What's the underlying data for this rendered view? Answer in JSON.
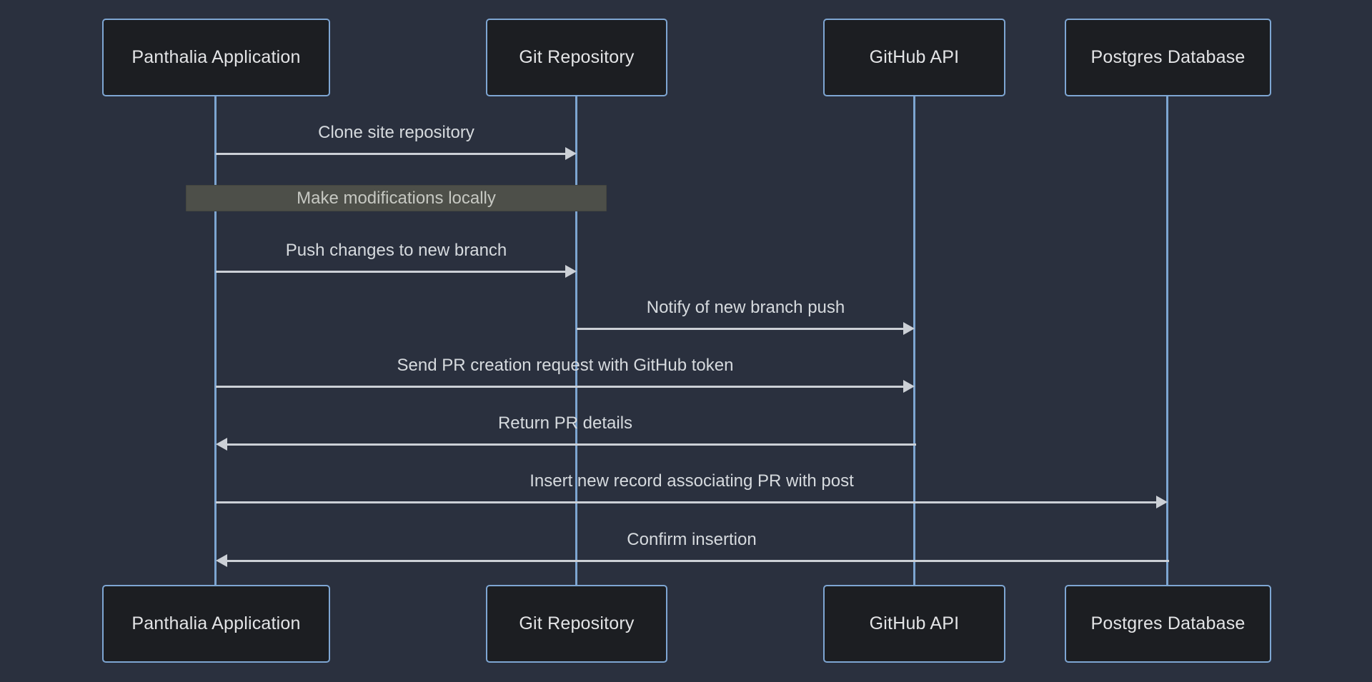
{
  "diagram": {
    "type": "sequence-diagram",
    "colors": {
      "background": "#2a303e",
      "actor_fill": "#1c1e22",
      "actor_border": "#7ea6d3",
      "actor_text": "#e3e4e6",
      "lifeline": "#7da5d1",
      "signal_line": "#ccd0d6",
      "signal_text": "#d6dade",
      "note_fill": "#4d4f49",
      "note_text": "#c6c8c2"
    },
    "actors": [
      {
        "label": "Panthalia Application"
      },
      {
        "label": "Git Repository"
      },
      {
        "label": "GitHub API"
      },
      {
        "label": "Postgres Database"
      }
    ],
    "messages": [
      {
        "kind": "signal",
        "text": "Clone site repository",
        "from": "Panthalia Application",
        "to": "Git Repository",
        "direction": "right"
      },
      {
        "kind": "note",
        "text": "Make modifications locally",
        "over": [
          "Panthalia Application",
          "Git Repository"
        ]
      },
      {
        "kind": "signal",
        "text": "Push changes to new branch",
        "from": "Panthalia Application",
        "to": "Git Repository",
        "direction": "right"
      },
      {
        "kind": "signal",
        "text": "Notify of new branch push",
        "from": "Git Repository",
        "to": "GitHub API",
        "direction": "right"
      },
      {
        "kind": "signal",
        "text": "Send PR creation request with GitHub token",
        "from": "Panthalia Application",
        "to": "GitHub API",
        "direction": "right"
      },
      {
        "kind": "signal",
        "text": "Return PR details",
        "from": "GitHub API",
        "to": "Panthalia Application",
        "direction": "left"
      },
      {
        "kind": "signal",
        "text": "Insert new record associating PR with post",
        "from": "Panthalia Application",
        "to": "Postgres Database",
        "direction": "right"
      },
      {
        "kind": "signal",
        "text": "Confirm insertion",
        "from": "Postgres Database",
        "to": "Panthalia Application",
        "direction": "left"
      }
    ]
  }
}
